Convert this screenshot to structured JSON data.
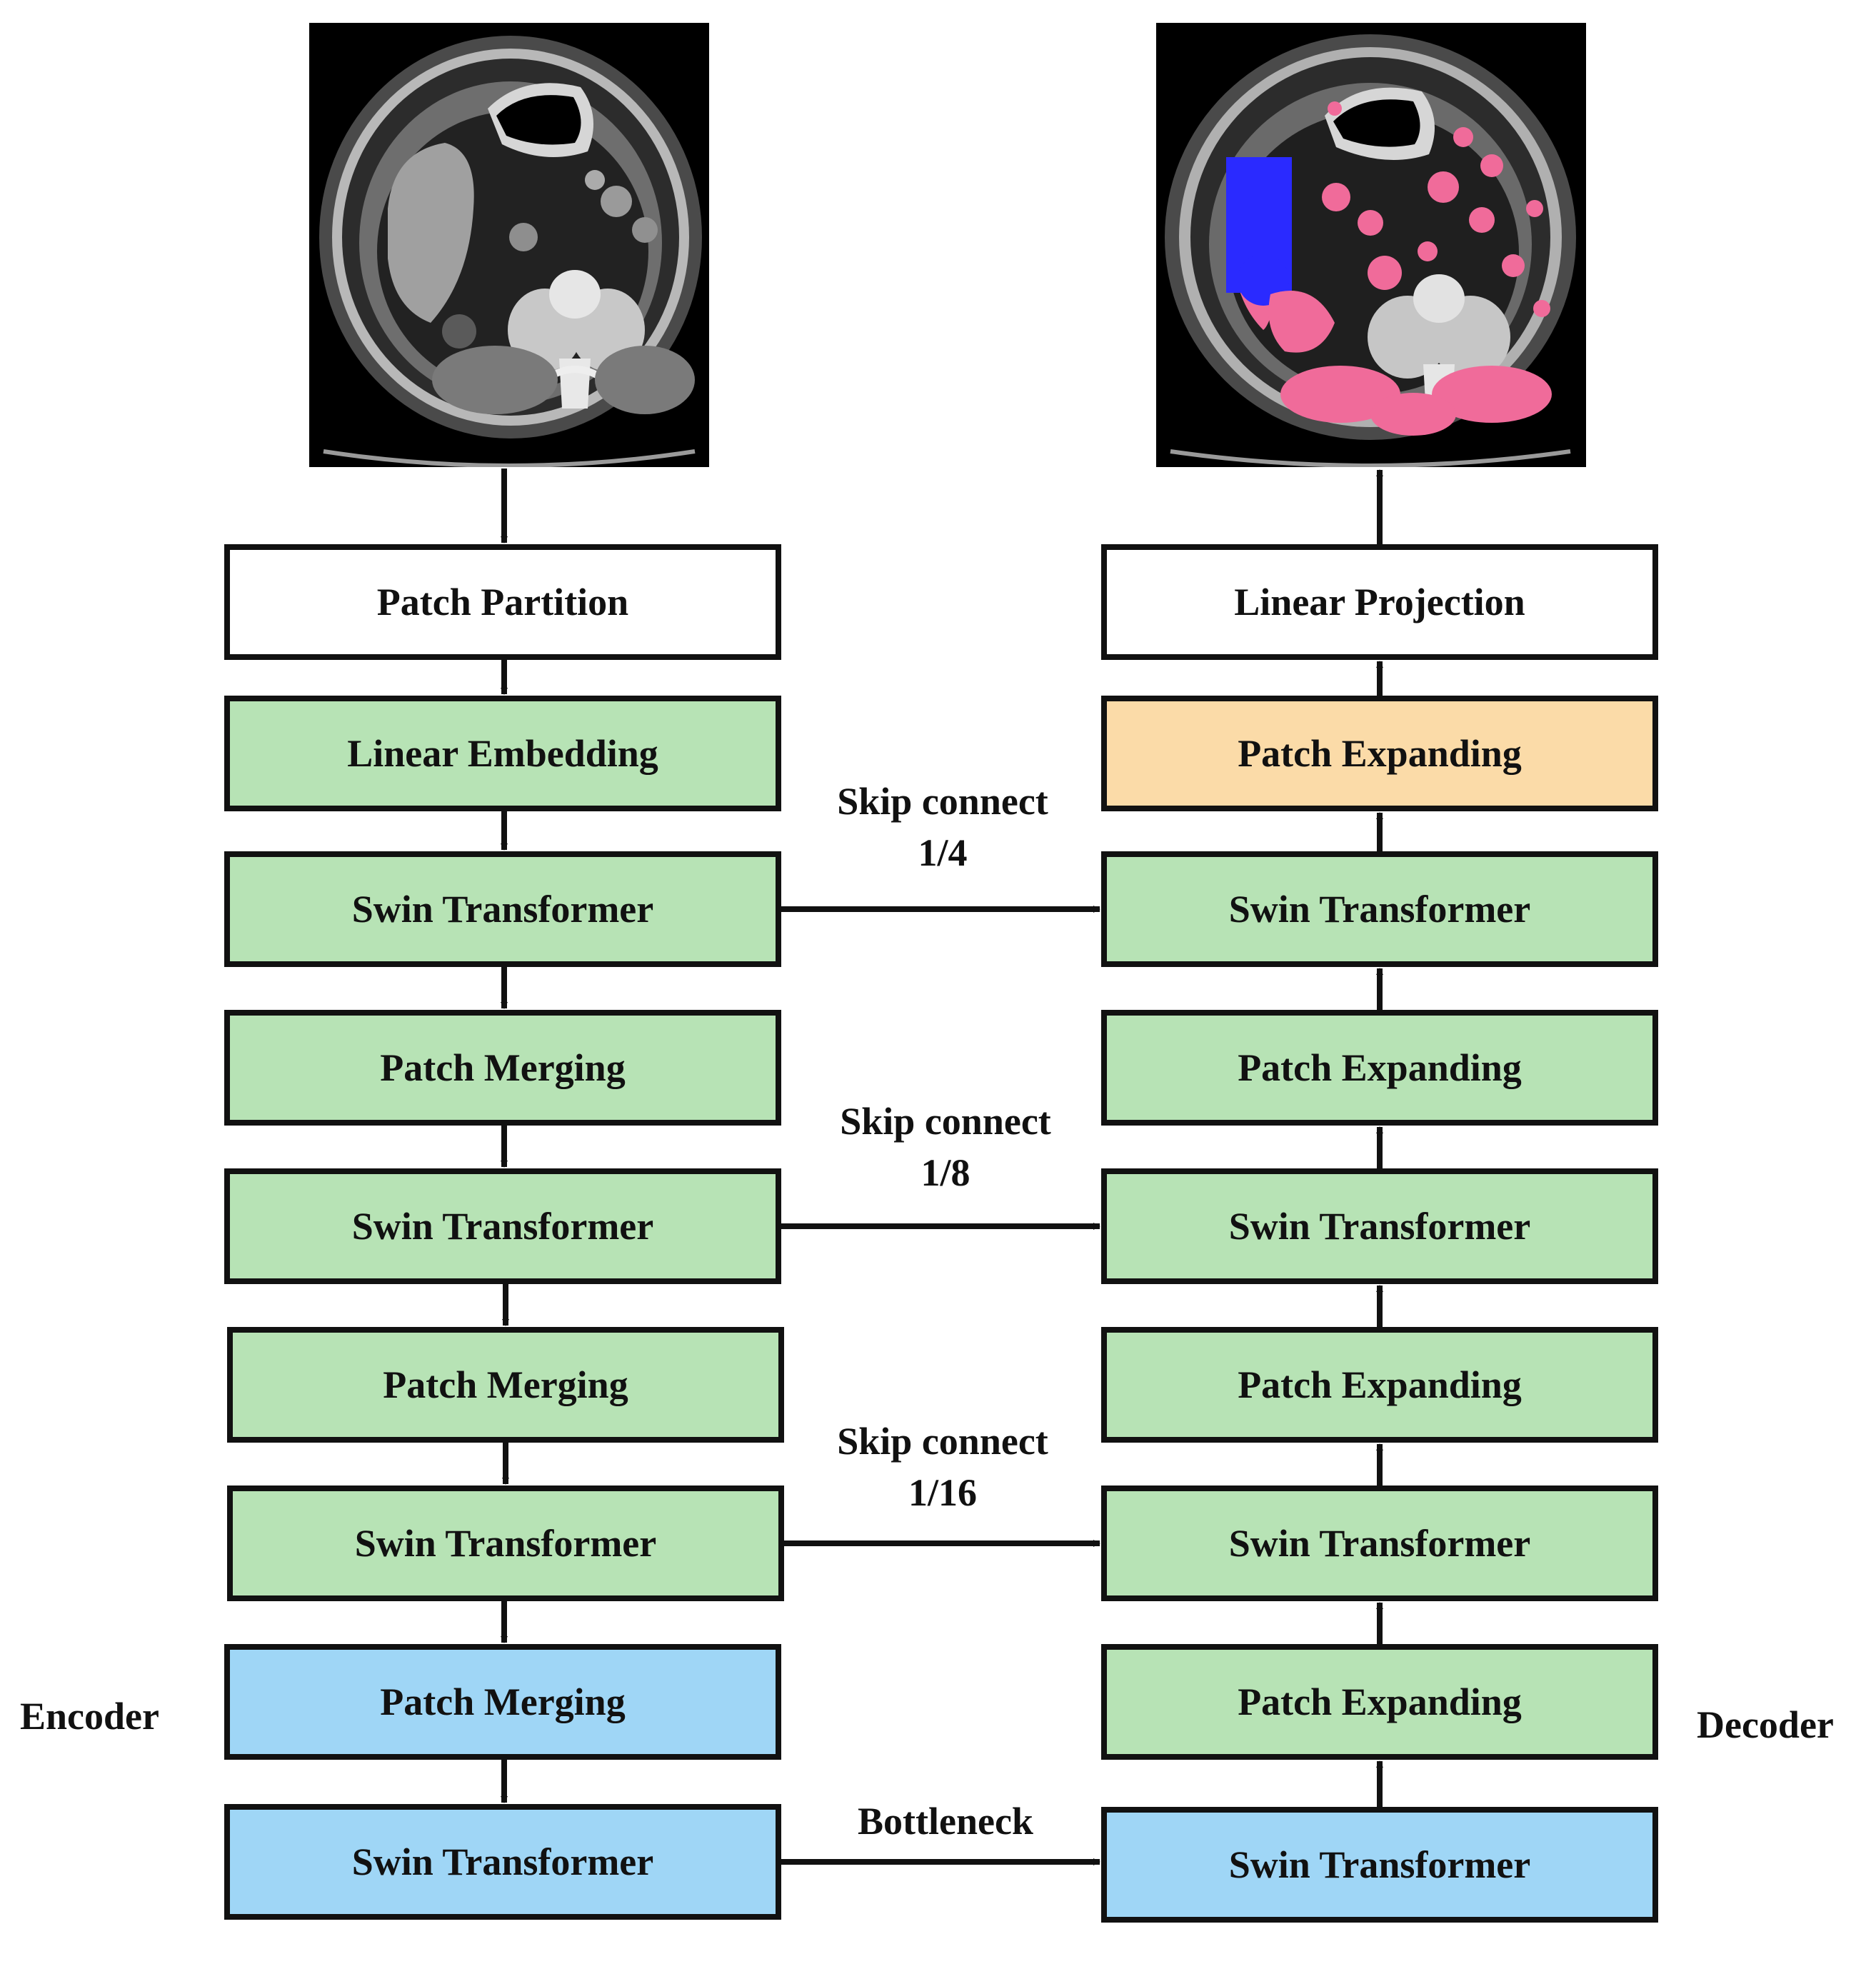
{
  "encoder": {
    "label": "Encoder",
    "blocks": [
      "Patch Partition",
      "Linear Embedding",
      "Swin Transformer",
      "Patch Merging",
      "Swin Transformer",
      "Patch Merging",
      "Swin Transformer",
      "Patch Merging",
      "Swin Transformer"
    ]
  },
  "decoder": {
    "label": "Decoder",
    "blocks": [
      "Linear Projection",
      "Patch Expanding",
      "Swin Transformer",
      "Patch Expanding",
      "Swin Transformer",
      "Patch Expanding",
      "Swin Transformer",
      "Patch Expanding",
      "Swin Transformer"
    ]
  },
  "connections": {
    "skip_1": {
      "line1": "Skip connect",
      "line2": "1/4"
    },
    "skip_2": {
      "line1": "Skip connect",
      "line2": "1/8"
    },
    "skip_3": {
      "line1": "Skip connect",
      "line2": "1/16"
    },
    "bottleneck": "Bottleneck"
  },
  "colors": {
    "outline": "#111111",
    "plain_block": "#ffffff",
    "green_block": "#b7e3b5",
    "blue_block": "#9fd6f6",
    "peach_block": "#fbdba8",
    "mask_pink": "#f06b9a",
    "mask_blue": "#2a2aff"
  }
}
